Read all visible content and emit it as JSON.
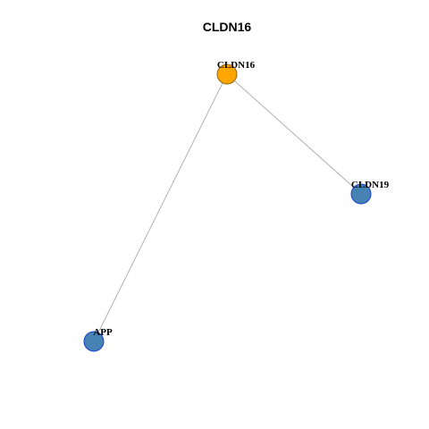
{
  "title": "CLDN16",
  "colors": {
    "center_fill": "#FFA500",
    "center_stroke": "#8A6A1A",
    "neighbor_fill": "#4682B4",
    "neighbor_stroke": "#1E3FCC",
    "edge": "#B0B0B0"
  },
  "nodes": [
    {
      "id": "CLDN16",
      "label": "CLDN16",
      "role": "center"
    },
    {
      "id": "CLDN19",
      "label": "CLDN19",
      "role": "neighbor"
    },
    {
      "id": "APP",
      "label": "APP",
      "role": "neighbor"
    }
  ],
  "edges": [
    {
      "source": "CLDN16",
      "target": "CLDN19"
    },
    {
      "source": "CLDN16",
      "target": "APP"
    }
  ]
}
